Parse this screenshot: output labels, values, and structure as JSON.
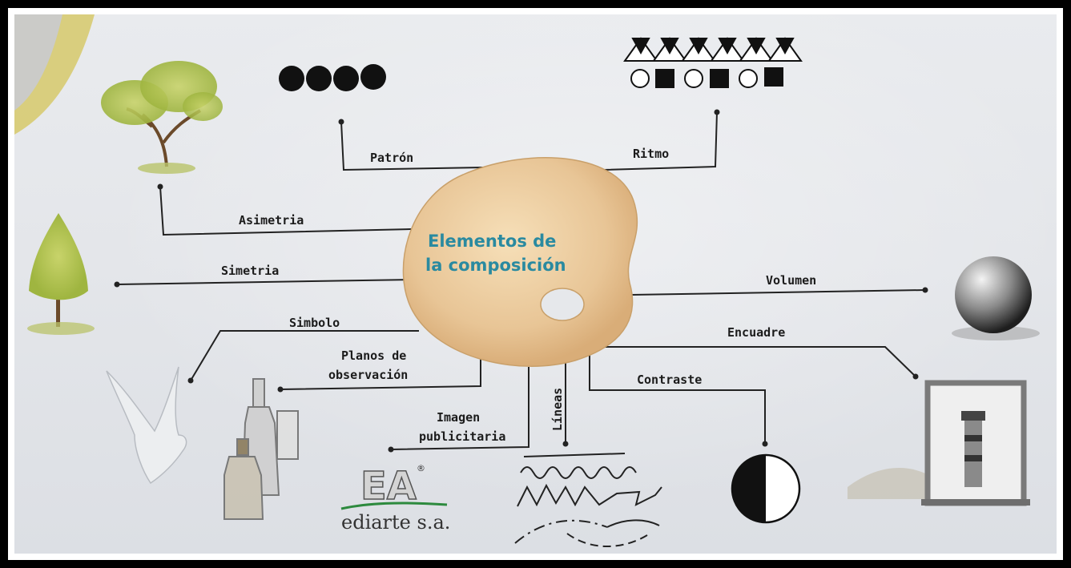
{
  "center": {
    "title_line1": "Elementos de",
    "title_line2": "la composición"
  },
  "nodes": {
    "patron": "Patrón",
    "ritmo": "Ritmo",
    "asimetria": "Asimetria",
    "simetria": "Simetria",
    "volumen": "Volumen",
    "simbolo": "Simbolo",
    "encuadre": "Encuadre",
    "planos_line1": "Planos de",
    "planos_line2": "observación",
    "contraste": "Contraste",
    "imagen_line1": "Imagen",
    "imagen_line2": "publicitaria",
    "lineas": "Líneas"
  },
  "logo": {
    "letters": "EA",
    "registered": "®",
    "name": "ediarte s.a."
  },
  "colors": {
    "palette": "#e8c89a",
    "title": "#2a8aa0",
    "lines": "#222222",
    "background": "#e6e8eb"
  }
}
